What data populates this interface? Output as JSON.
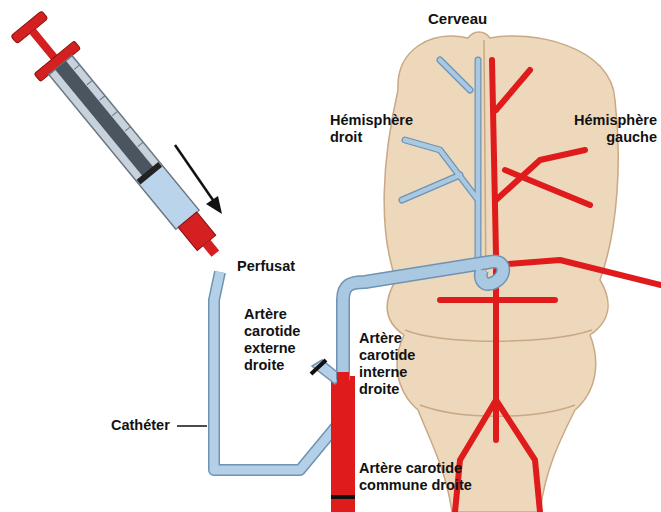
{
  "diagram": {
    "labels": [
      "Cerveau",
      "Hémisphère droit",
      "Hémisphère gauche",
      "Perfusat",
      "Artère carotide externe droite",
      "Artère carotide interne droite",
      "Cathéter",
      "Artère carotide commune droite"
    ]
  }
}
